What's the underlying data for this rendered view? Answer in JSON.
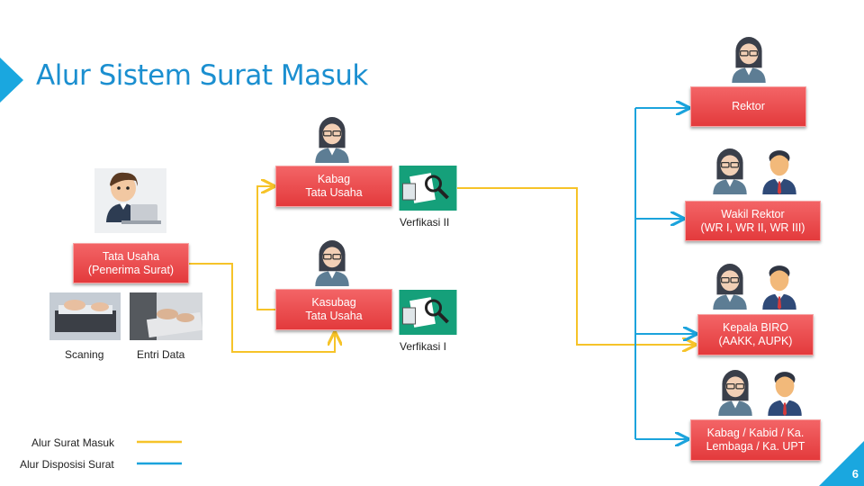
{
  "title": "Alur Sistem Surat Masuk",
  "page_number": "6",
  "colors": {
    "accent": "#1aa7df",
    "title": "#1b8fd0",
    "box": "#f04e50",
    "masuk": "#f6c329",
    "disposisi": "#1ba3dc"
  },
  "nodes": {
    "tata_usaha": "Tata Usaha\n(Penerima Surat)",
    "kabag": "Kabag\nTata Usaha",
    "kasubag": "Kasubag\nTata Usaha",
    "rektor": "Rektor",
    "wakil_rektor": "Wakil Rektor\n(WR I, WR II,  WR III)",
    "kepala_biro": "Kepala BIRO\n(AAKK, AUPK)",
    "kabag_kabid": "Kabag / Kabid / Ka.\nLembaga / Ka. UPT"
  },
  "captions": {
    "scaning": "Scaning",
    "entri_data": "Entri Data",
    "verifikasi_2": "Verfikasi II",
    "verifikasi_1": "Verfikasi I"
  },
  "legend": {
    "masuk": "Alur Surat Masuk",
    "disposisi": "Alur Disposisi Surat"
  }
}
